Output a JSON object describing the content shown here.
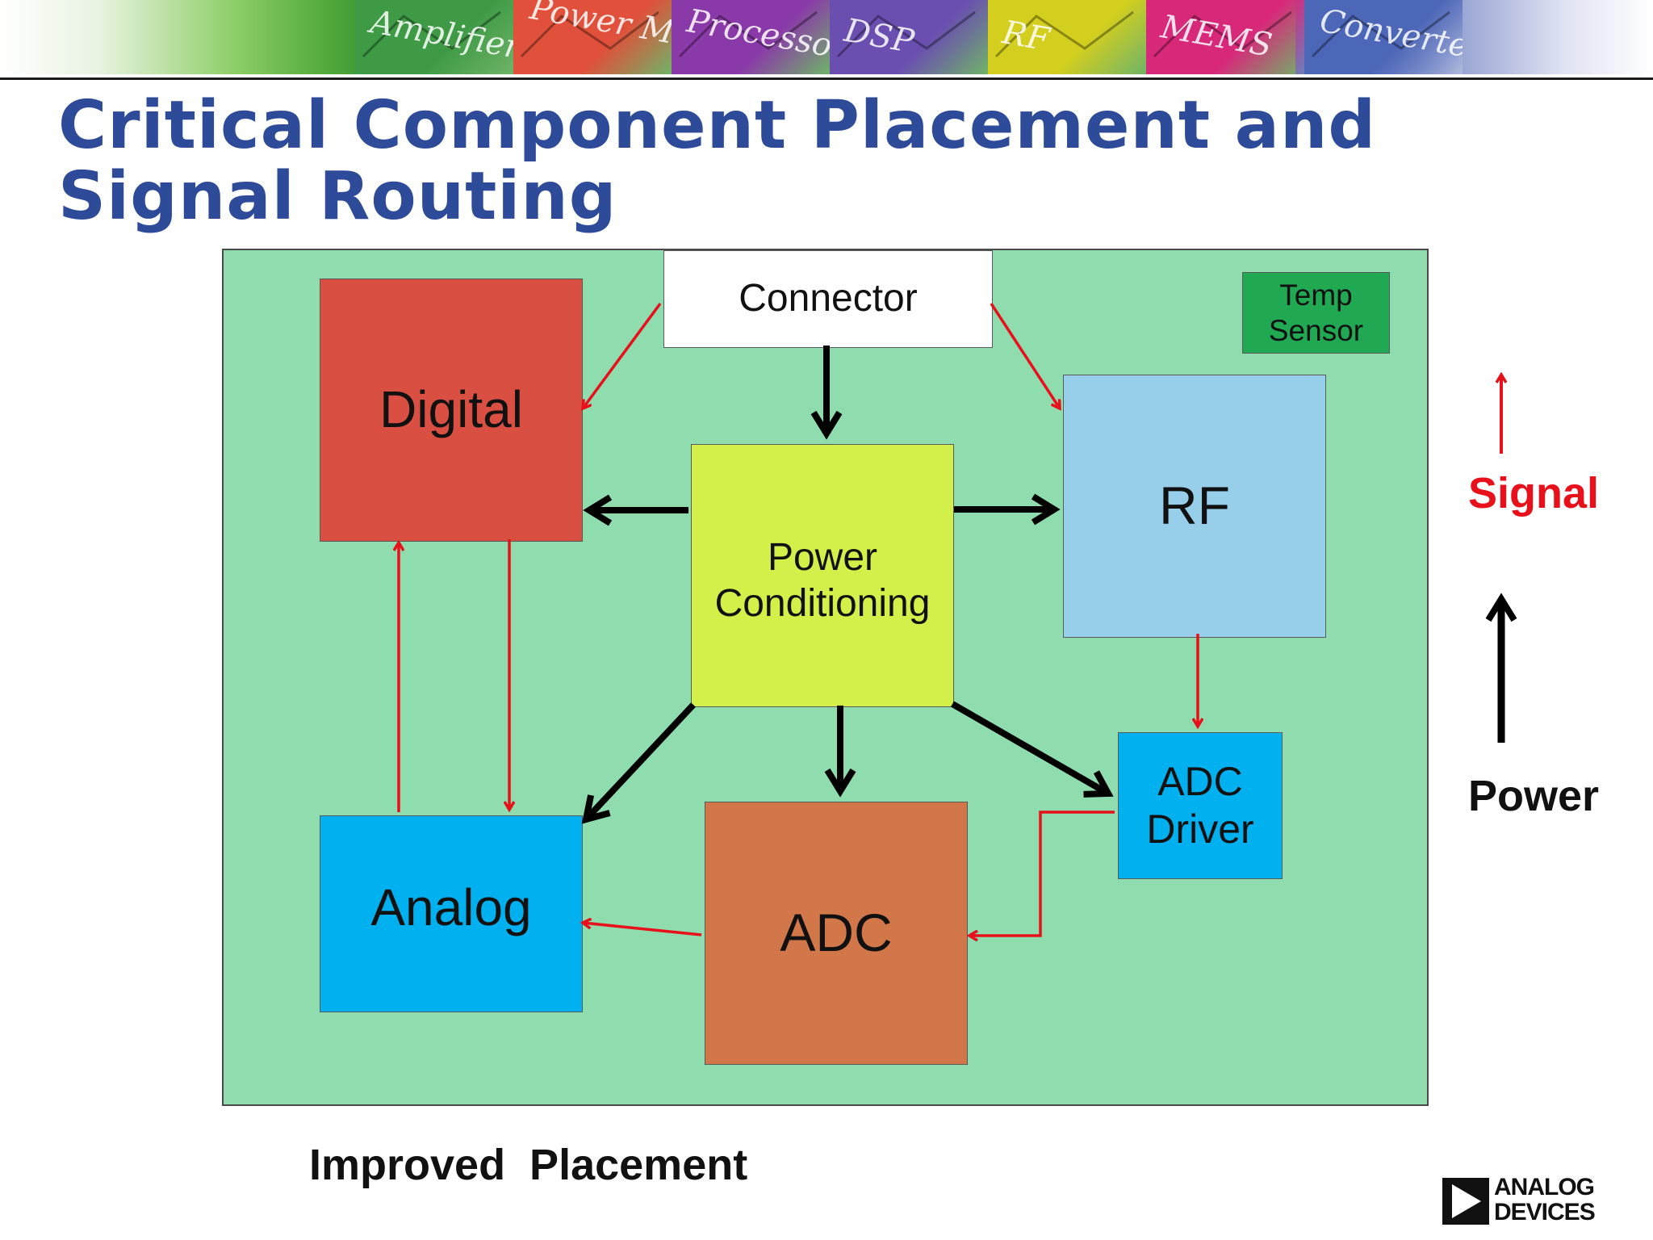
{
  "banner": {
    "strips": [
      {
        "label": "Amplifiers",
        "color": "#3e9a45"
      },
      {
        "label": "Power Management",
        "color": "#e0503a"
      },
      {
        "label": "Processors",
        "color": "#8a3aa8"
      },
      {
        "label": "DSP",
        "color": "#6a4fb0"
      },
      {
        "label": "RF",
        "color": "#d4cf1e"
      },
      {
        "label": "MEMS",
        "color": "#d8287a"
      },
      {
        "label": "Converters",
        "color": "#4d67b8"
      }
    ]
  },
  "title": "Critical Component Placement and Signal Routing",
  "diagram": {
    "blocks": {
      "connector": "Connector",
      "digital": "Digital",
      "temp_sensor": [
        "Temp",
        "Sensor"
      ],
      "rf": "RF",
      "power_conditioning": [
        "Power",
        "Conditioning"
      ],
      "analog": "Analog",
      "adc": "ADC",
      "adc_driver": [
        "ADC",
        "Driver"
      ]
    },
    "colors": {
      "board": "#8fdcaf",
      "digital": "#d94f41",
      "rf": "#97cfeb",
      "power_conditioning": "#d3f04a",
      "analog": "#00b0ef",
      "adc": "#d2774a",
      "adc_driver": "#00b0ef",
      "temp_sensor": "#21a853",
      "signal_arrow": "#e8101a",
      "power_arrow": "#000000"
    }
  },
  "legend": {
    "signal": "Signal",
    "power": "Power"
  },
  "caption": "Improved  Placement",
  "logo": {
    "line1": "ANALOG",
    "line2": "DEVICES"
  }
}
